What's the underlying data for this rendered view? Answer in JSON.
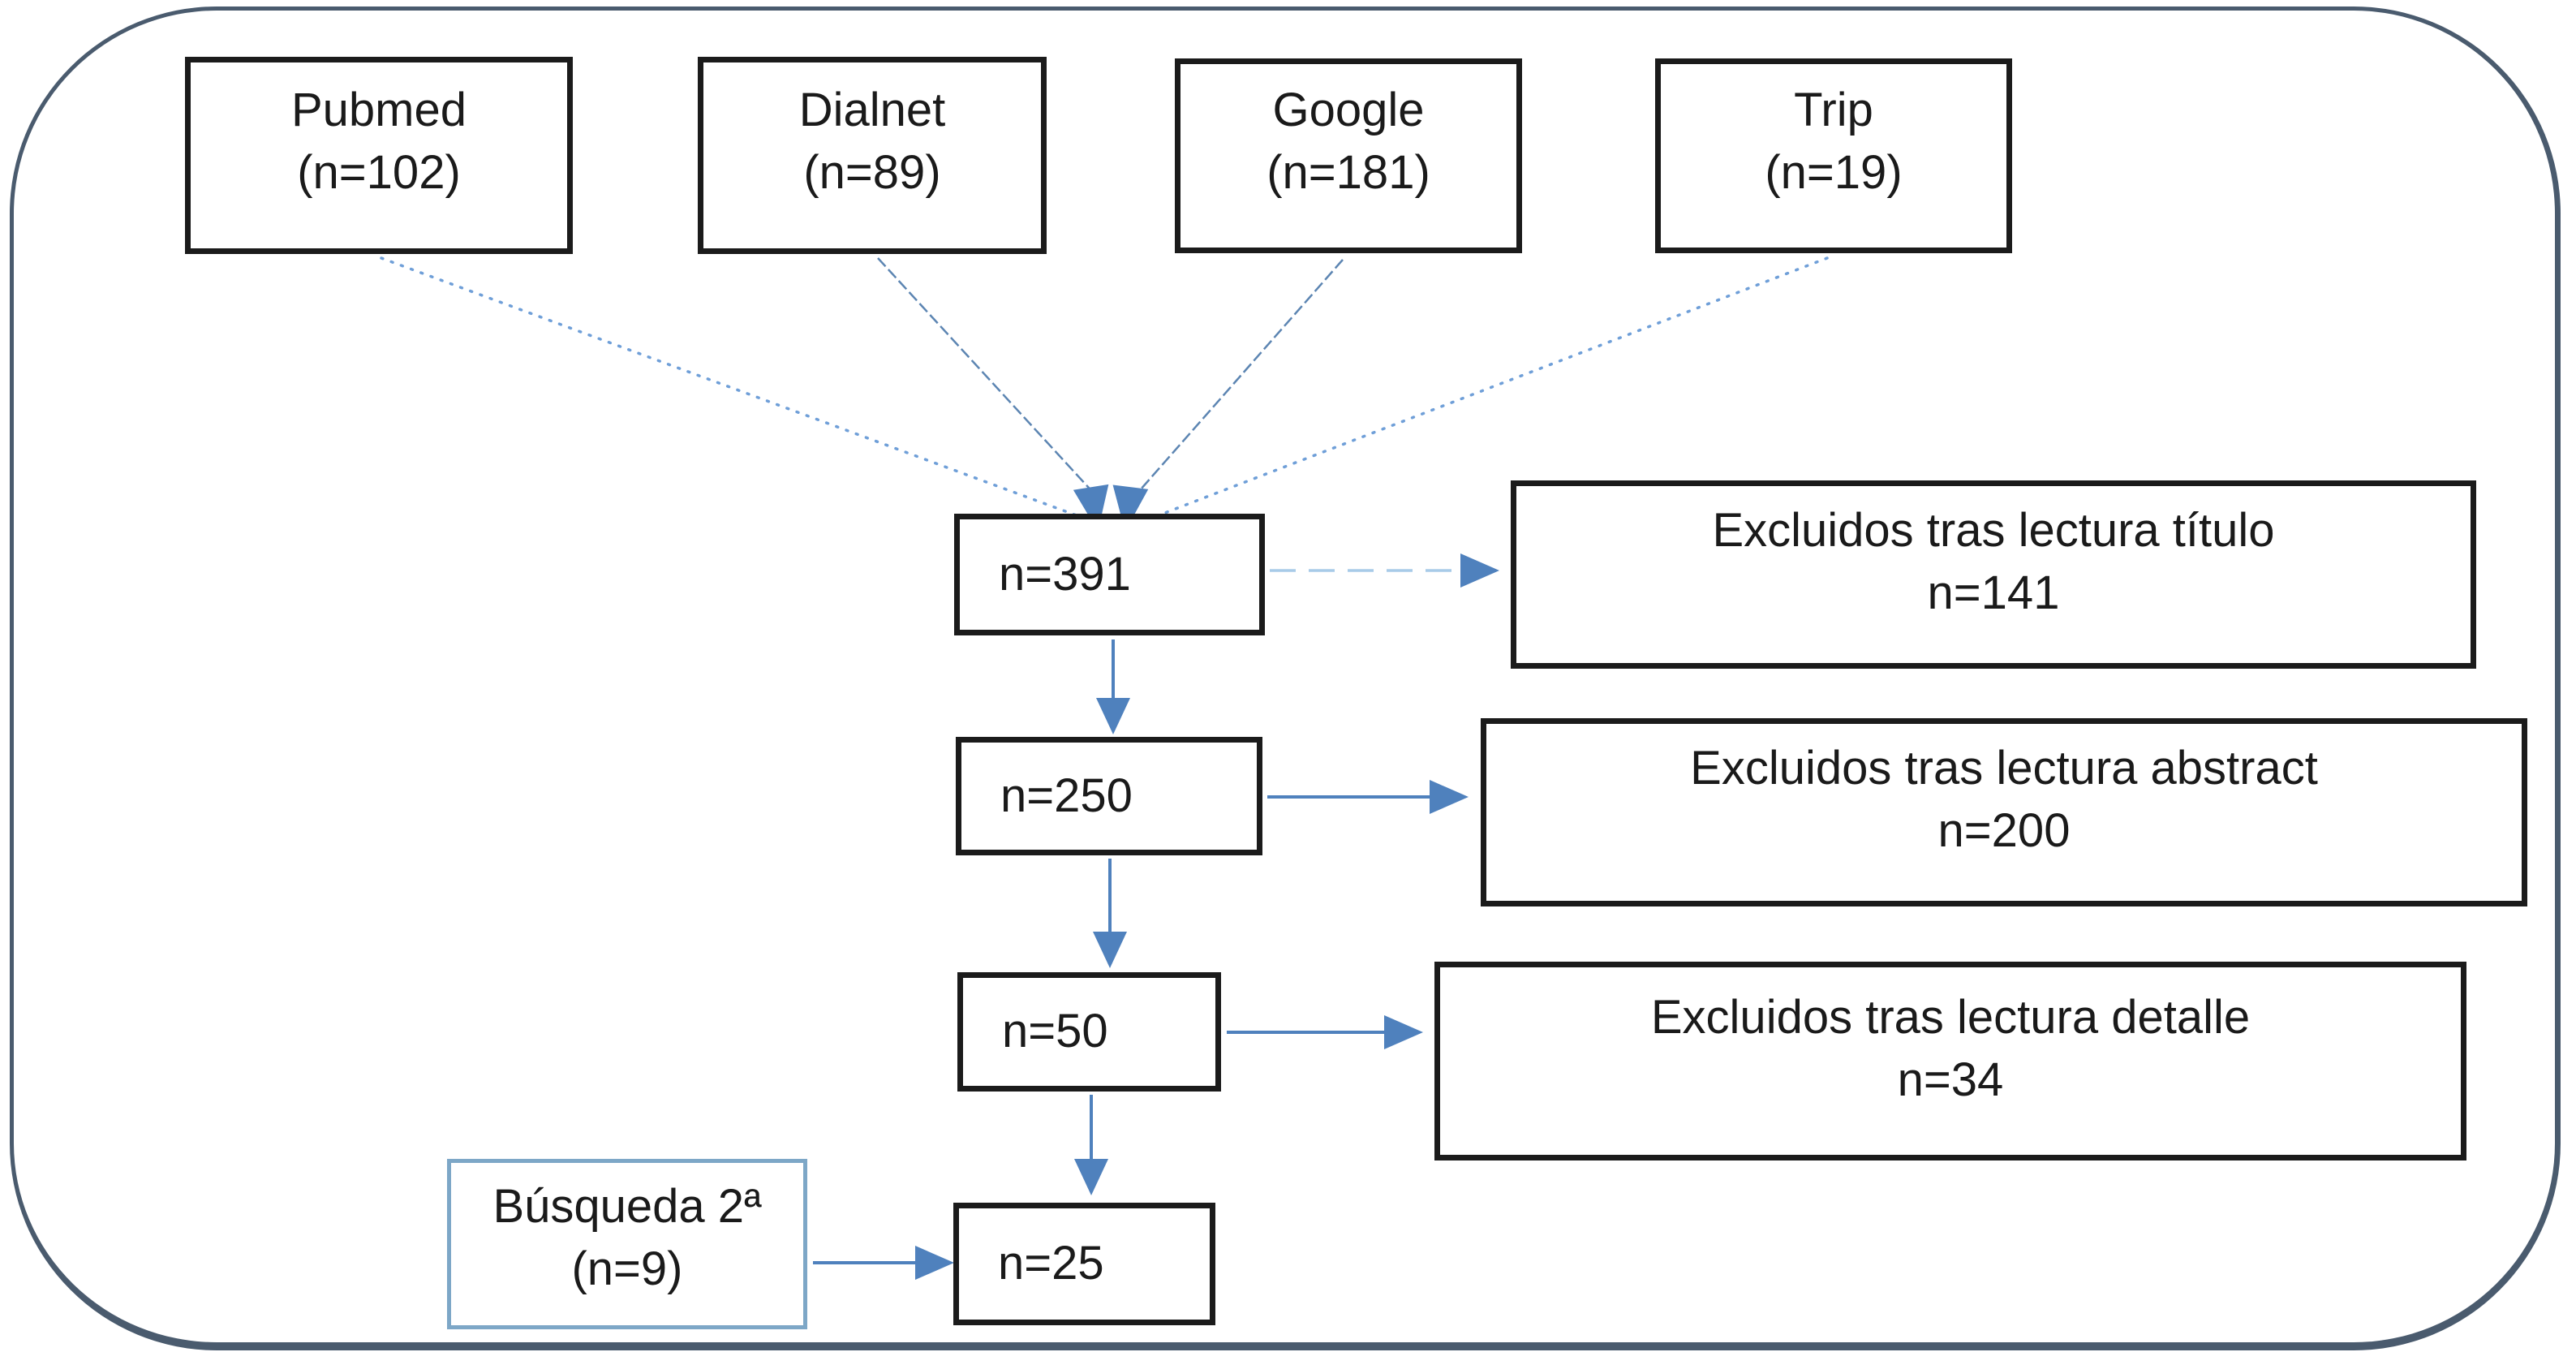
{
  "sources": [
    {
      "name": "Pubmed",
      "count": "(n=102)"
    },
    {
      "name": "Dialnet",
      "count": "(n=89)"
    },
    {
      "name": "Google",
      "count": "(n=181)"
    },
    {
      "name": "Trip",
      "count": "(n=19)"
    }
  ],
  "flow": {
    "total": "n=391",
    "after_title": "n=250",
    "after_abstract": "n=50",
    "included": "n=25"
  },
  "exclusions": [
    {
      "label": "Excluidos tras lectura título",
      "count": "n=141"
    },
    {
      "label": "Excluidos tras lectura abstract",
      "count": "n=200"
    },
    {
      "label": "Excluidos tras lectura detalle",
      "count": "n=34"
    }
  ],
  "secondary_search": {
    "label": "Búsqueda 2ª",
    "count": "(n=9)"
  },
  "colors": {
    "arrow": "#4f81bd",
    "arrow_light": "#a8cbe8",
    "connector_dotted": "#6f9fd8",
    "connector_thin": "#5c85b2",
    "box_border": "#1b1b1b",
    "secondary_border": "#7da7c7",
    "outer_border": "#4a5b6e",
    "text": "#1a1a1a"
  }
}
